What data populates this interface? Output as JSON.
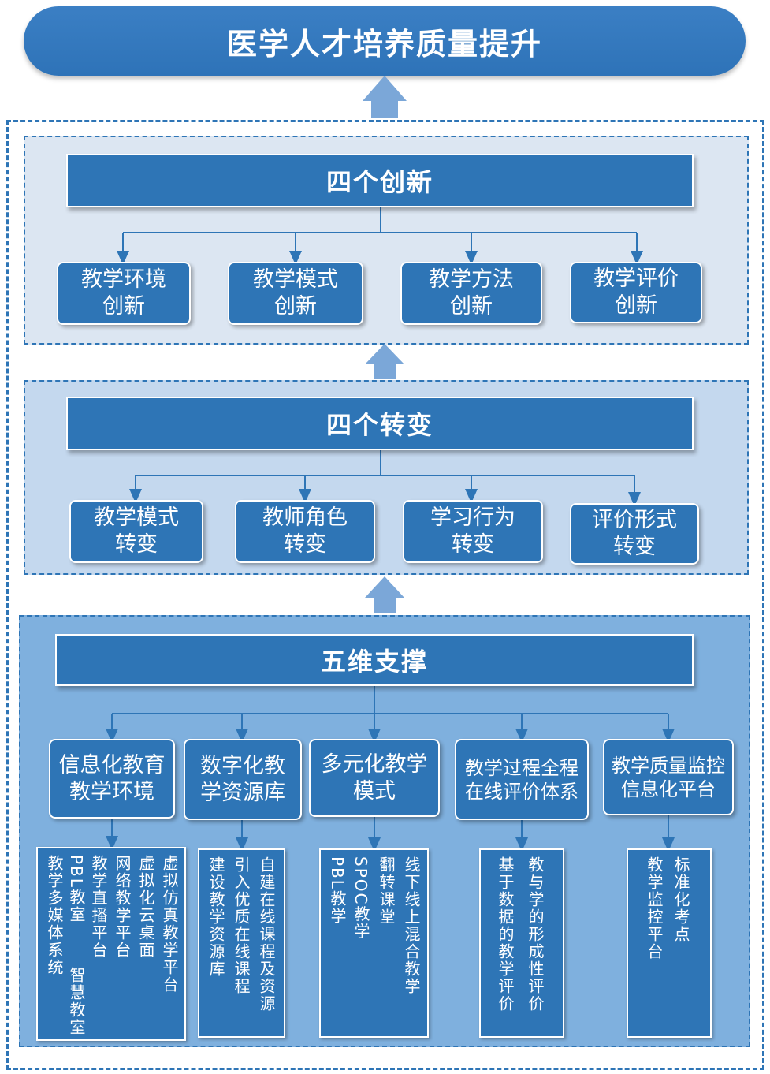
{
  "goal": "医学人才培养质量提升",
  "innovation": {
    "title": "四个创新",
    "items": [
      "教学环境\n创新",
      "教学模式\n创新",
      "教学方法\n创新",
      "教学评价\n创新"
    ]
  },
  "transformation": {
    "title": "四个转变",
    "items": [
      "教学模式\n转变",
      "教师角色\n转变",
      "学习行为\n转变",
      "评价形式\n转变"
    ]
  },
  "support": {
    "title": "五维支撑",
    "items": [
      {
        "label": "信息化教育\n教学环境",
        "details": [
          "教学多媒体系统",
          "PBL教室",
          "教学直播平台",
          "网络教学平台",
          "虚拟化云桌面",
          "虚拟仿真教学平台",
          "智慧教室"
        ]
      },
      {
        "label": "数字化教\n学资源库",
        "details": [
          "建设教学资源库",
          "引入优质在线课程",
          "自建在线课程及资源"
        ]
      },
      {
        "label": "多元化教学\n模式",
        "details": [
          "PBL教学",
          "SPOC教学",
          "翻转课堂",
          "线下线上混合教学"
        ]
      },
      {
        "label": "教学过程全程\n在线评价体系",
        "details": [
          "基于数据的教学评价",
          "教与学的形成性评价"
        ]
      },
      {
        "label": "教学质量监控\n信息化平台",
        "details": [
          "教学监控平台",
          "标准化考点"
        ]
      }
    ]
  },
  "colors": {
    "primary": "#2e75b6",
    "section_top": "#dce6f2",
    "section_mid": "#c4d8ee",
    "section_bottom": "#7fb0de",
    "arrow": "#7ba7d8"
  }
}
